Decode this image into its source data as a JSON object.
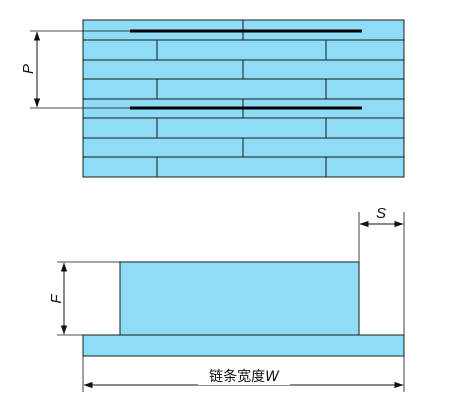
{
  "colors": {
    "fill": "#8fdcf7",
    "line": "#1a1a1a",
    "pin": "#000000",
    "background": "#ffffff"
  },
  "top_view": {
    "pitch_label": "P",
    "plate_rows": 8,
    "pin_rows": 2
  },
  "side_view": {
    "flight_height_label": "F",
    "offset_label": "S",
    "width_label": "链条宽度",
    "width_symbol": "W"
  }
}
